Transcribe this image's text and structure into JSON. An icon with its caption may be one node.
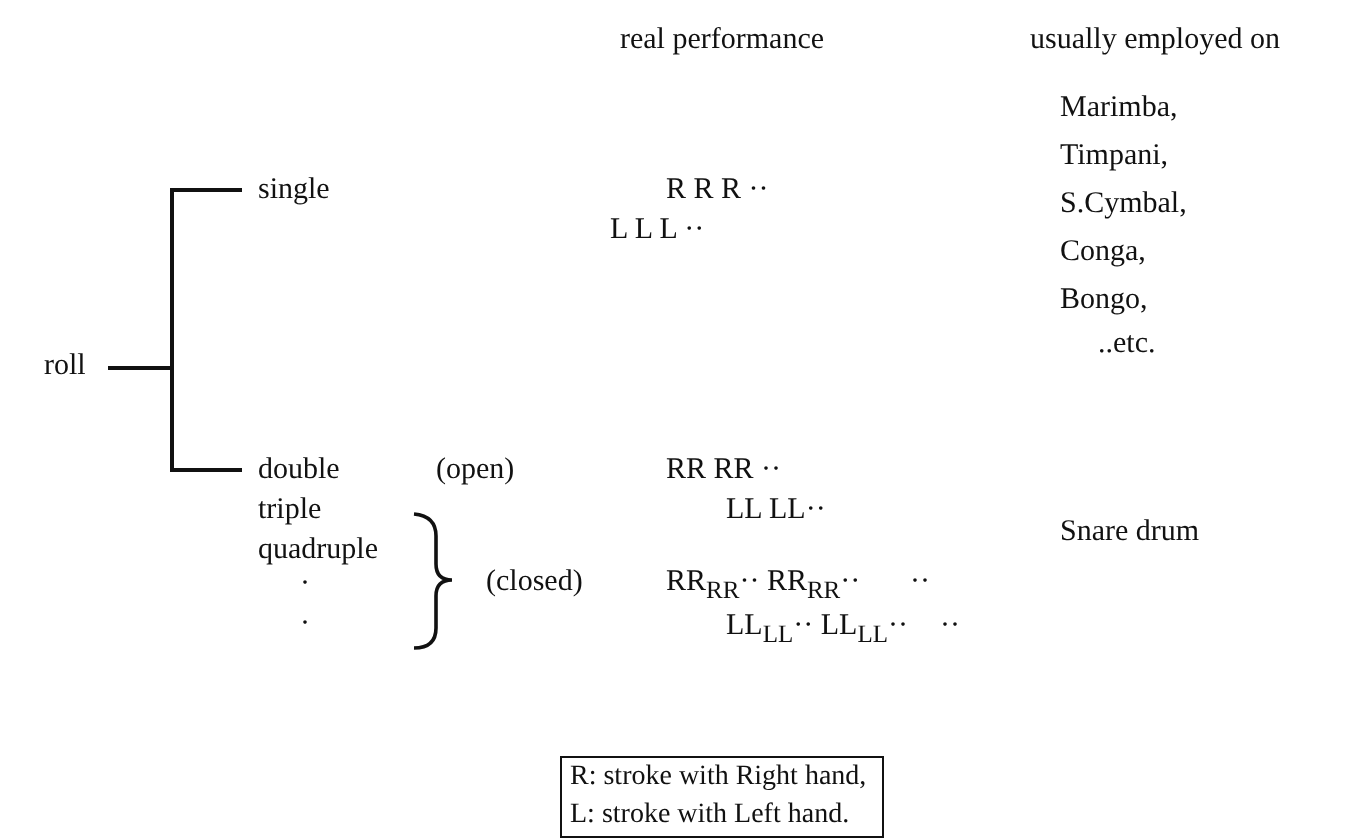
{
  "diagram": {
    "nodes": [
      {
        "text": [
          "roll"
        ]
      },
      {
        "text": [
          "single"
        ]
      },
      {
        "text": [
          "double"
        ]
      },
      {
        "text": [
          "R: stroke with Right hand, L: stroke with Left hand."
        ]
      }
    ],
    "edges": [
      {
        "from": 0,
        "to": 1,
        "arrow": "none"
      },
      {
        "from": 0,
        "to": 2,
        "arrow": "none"
      }
    ],
    "labels": [
      "real performance",
      "usually employed on",
      "R R R ··",
      "L L L ··",
      "Marimba, Timpani, S.Cymbal, Conga, Bongo,",
      "..etc.",
      "(open)",
      "RR RR ··",
      "LL LL··",
      "triple",
      "quadruple",
      "·",
      "Snare drum",
      "(closed)",
      "RR$_{RR}$·· RR$_{RR}$··",
      "··",
      "·",
      "LL$_{LL}$·· LL$_{LL}$··",
      "··"
    ]
  }
}
